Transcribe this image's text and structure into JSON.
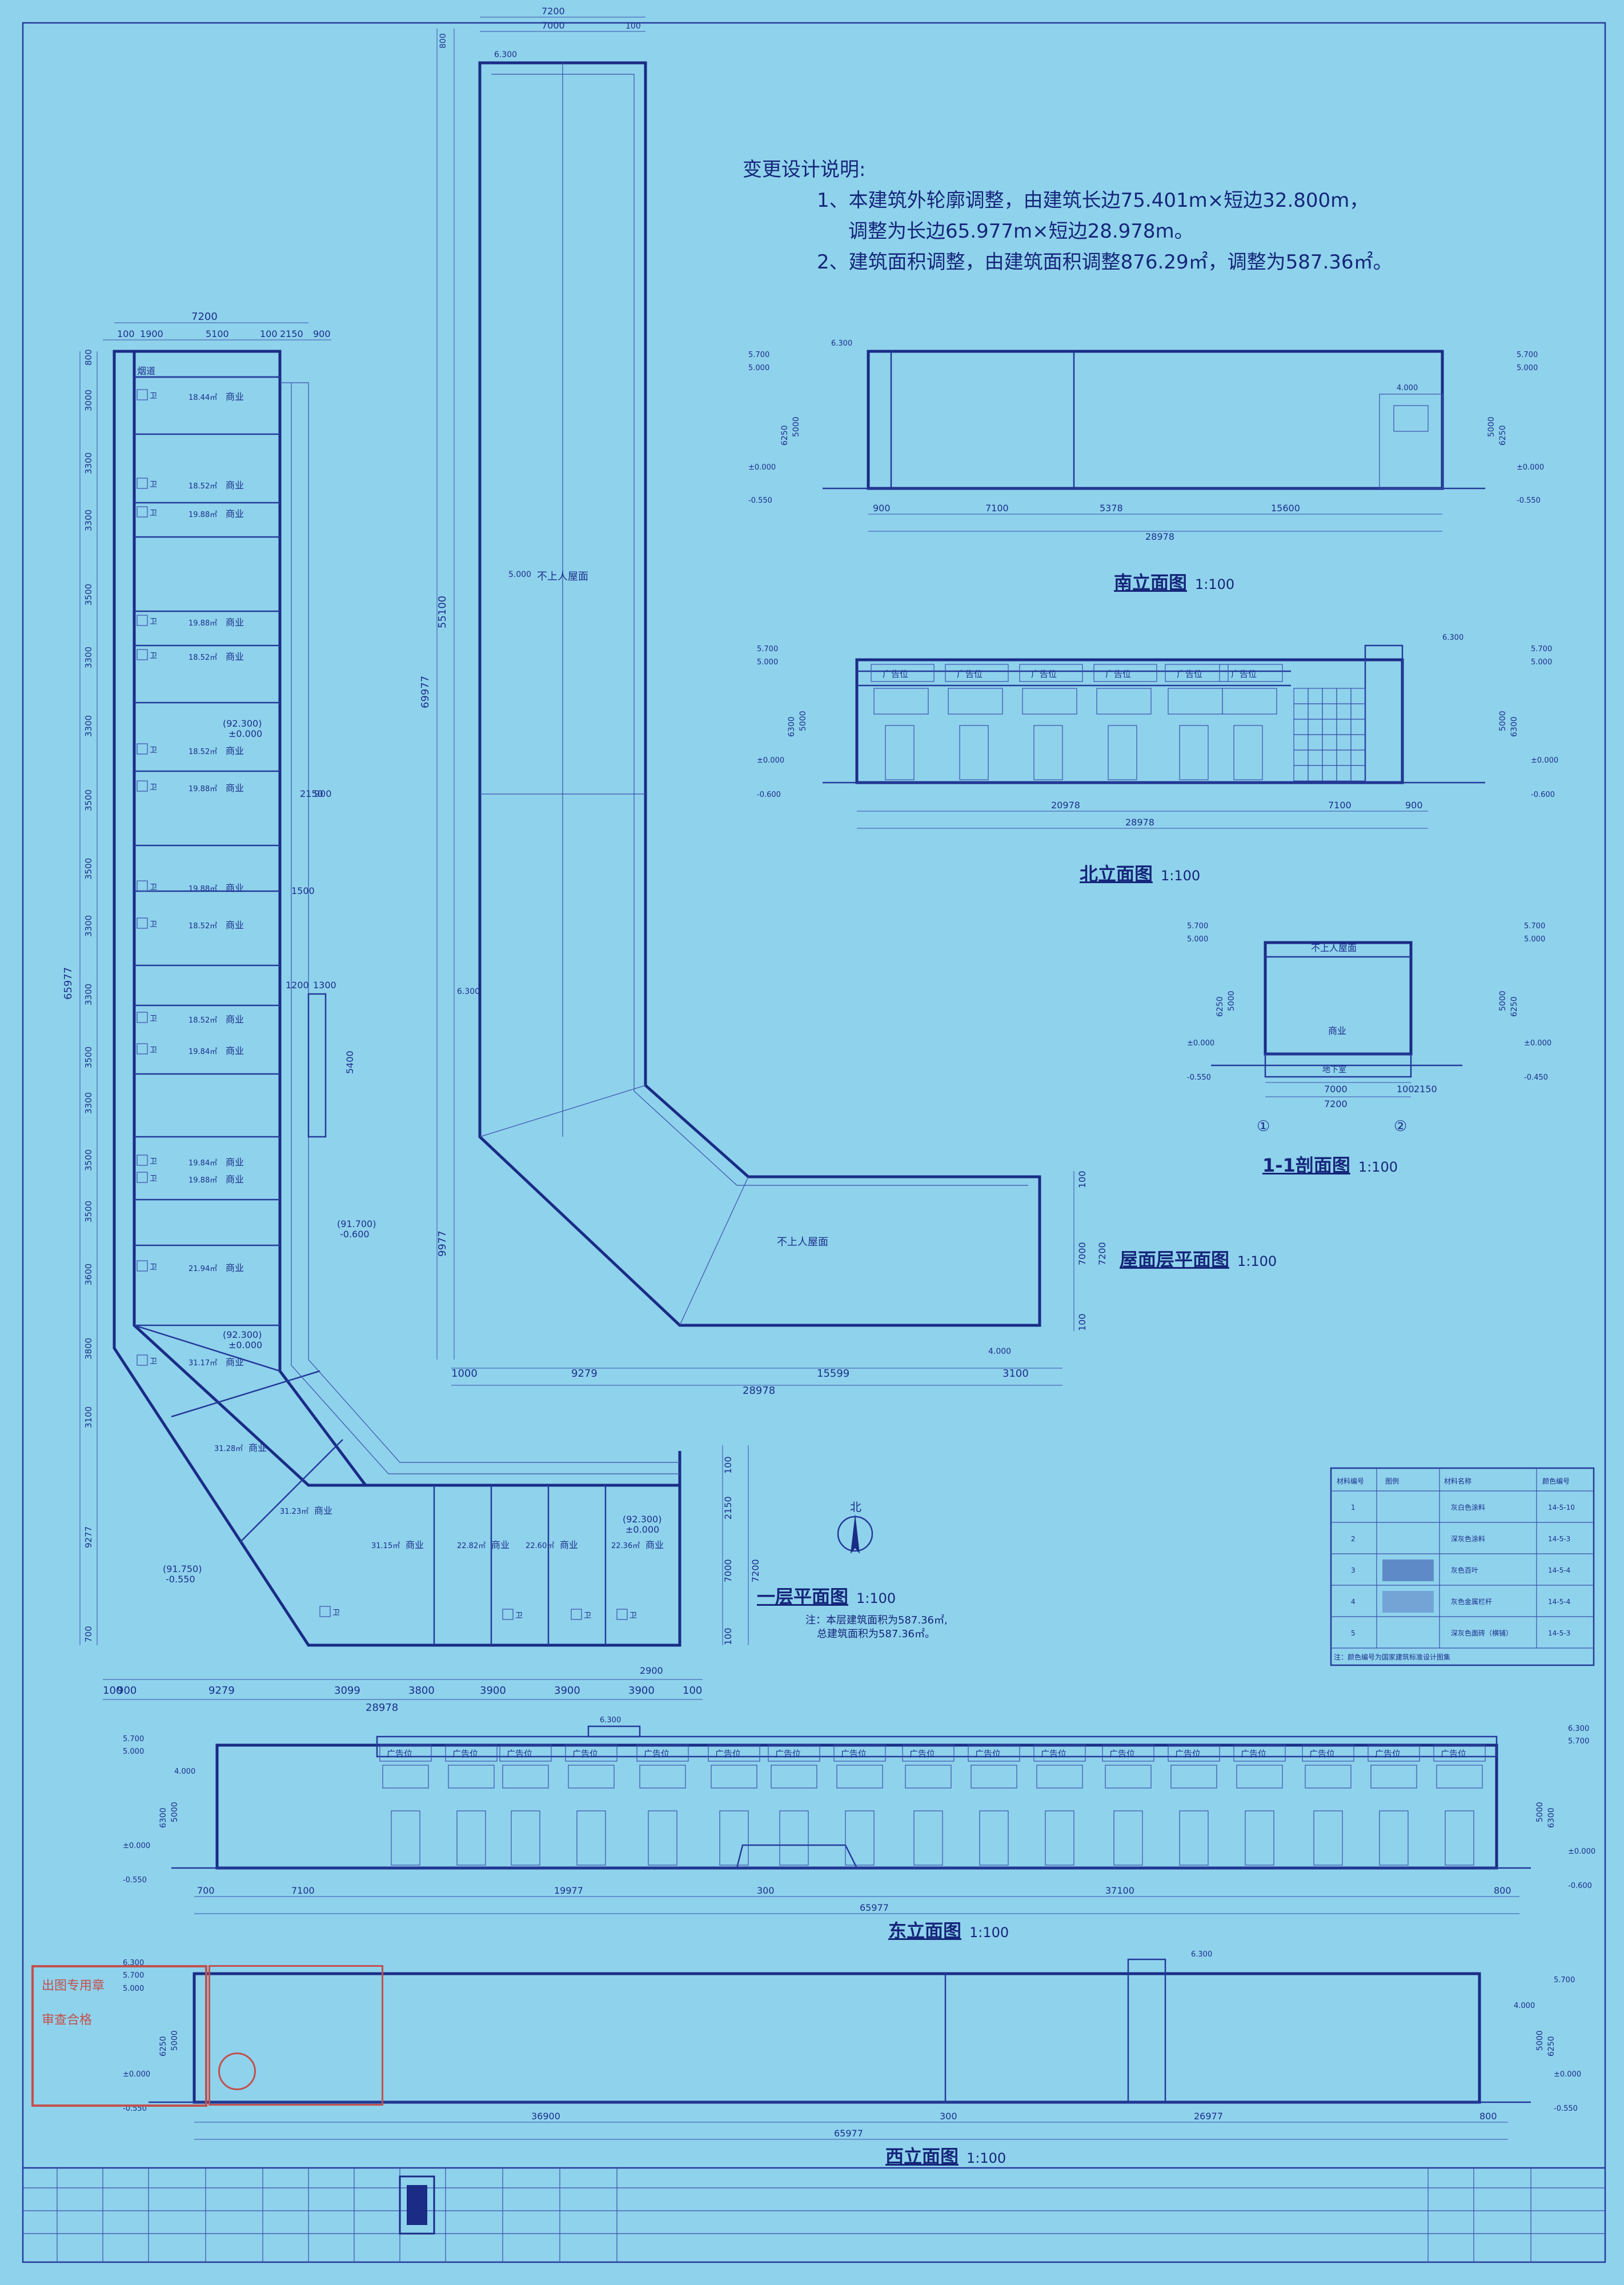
{
  "design_notes": {
    "heading": "变更设计说明:",
    "item1_line1": "1、本建筑外轮廓调整，由建筑长边75.401m×短边32.800m，",
    "item1_line2": "调整为长边65.977m×短边28.978m。",
    "item2": "2、建筑面积调整，由建筑面积调整876.29㎡，调整为587.36㎡。"
  },
  "views": {
    "south": {
      "title": "南立面图",
      "scale": "1:100"
    },
    "north": {
      "title": "北立面图",
      "scale": "1:100"
    },
    "section": {
      "title": "1-1剖面图",
      "scale": "1:100"
    },
    "roof": {
      "title": "屋面层平面图",
      "scale": "1:100"
    },
    "ground": {
      "title": "一层平面图",
      "scale": "1:100"
    },
    "east": {
      "title": "东立面图",
      "scale": "1:100"
    },
    "west": {
      "title": "西立面图",
      "scale": "1:100"
    }
  },
  "ground_note": {
    "line1": "注：本层建筑面积为587.36㎡,",
    "line2": "总建筑面积为587.36㎡。"
  },
  "labels": {
    "shop": "商业",
    "toilet": "卫",
    "ad": "广告位",
    "roof_no_access": "不上人屋面",
    "basement": "地下室",
    "flue": "烟道",
    "north_mark": "北"
  },
  "elevations_marks": {
    "e5700": "5.700",
    "e5000": "5.000",
    "e6300": "6.300",
    "e4000": "4.000",
    "e0": "±0.000",
    "em550": "-0.550",
    "em600": "-0.600",
    "em450": "-0.450"
  },
  "dims": {
    "d7200": "7200",
    "d7000": "7000",
    "d100": "100",
    "d900": "900",
    "d1900": "1900",
    "d5100": "5100",
    "d2150": "2150",
    "d800": "800",
    "d3000": "3000",
    "d3300": "3300",
    "d3500": "3500",
    "d3600": "3600",
    "d3800": "3800",
    "d3100": "3100",
    "d9277": "9277",
    "d700": "700",
    "d65977": "65977",
    "d69977": "69977",
    "d55100": "55100",
    "d9977": "9977",
    "d9279": "9279",
    "d3099": "3099",
    "d3900": "3900",
    "d28978": "28978",
    "d15599": "15599",
    "d1000": "1000",
    "d7100": "7100",
    "d5378": "5378",
    "d15600": "15600",
    "d20978": "20978",
    "d19977": "19977",
    "d300": "300",
    "d37100": "37100",
    "d36900": "36900",
    "d26977": "26977",
    "d6250": "6250",
    "d5000": "5000",
    "d550": "550",
    "d600": "600",
    "d6300": "6300",
    "d2900": "2900",
    "d1500": "1500",
    "d5400": "5400",
    "d1200": "1200",
    "d1300": "1300"
  },
  "rooms": [
    {
      "area": "18.44㎡"
    },
    {
      "area": "18.52㎡"
    },
    {
      "area": "19.88㎡"
    },
    {
      "area": "19.88㎡"
    },
    {
      "area": "18.52㎡"
    },
    {
      "area": "18.52㎡"
    },
    {
      "area": "19.88㎡"
    },
    {
      "area": "19.88㎡"
    },
    {
      "area": "18.52㎡"
    },
    {
      "area": "18.52㎡"
    },
    {
      "area": "19.84㎡"
    },
    {
      "area": "19.84㎡"
    },
    {
      "area": "19.88㎡"
    },
    {
      "area": "21.94㎡"
    },
    {
      "area": "31.17㎡"
    },
    {
      "area": "31.28㎡"
    },
    {
      "area": "31.23㎡"
    },
    {
      "area": "31.15㎡"
    },
    {
      "area": "22.82㎡"
    },
    {
      "area": "22.60㎡"
    },
    {
      "area": "22.36㎡"
    }
  ],
  "spot_levels": {
    "a": "(92.300)",
    "b": "±0.000",
    "c": "(91.700)",
    "d": "-0.600",
    "e": "(91.750)",
    "f": "-0.550"
  },
  "axes": {
    "one": "①",
    "two": "②"
  },
  "legend": {
    "headers": [
      "材料编号",
      "图例",
      "材料名称",
      "颜色编号"
    ],
    "rows": [
      {
        "no": "1",
        "name": "灰白色涂料",
        "code": "14-5-10"
      },
      {
        "no": "2",
        "name": "深灰色涂料",
        "code": "14-5-3"
      },
      {
        "no": "3",
        "name": "灰色百叶",
        "code": "14-5-4"
      },
      {
        "no": "4",
        "name": "灰色金属栏杆",
        "code": "14-5-4"
      },
      {
        "no": "5",
        "name": "深灰色面砖（横铺）",
        "code": "14-5-3"
      }
    ],
    "footnote": "注：颜色编号为国家建筑标准设计图集"
  },
  "stamp": {
    "line1": "出图专用章",
    "line2": "审查合格"
  }
}
